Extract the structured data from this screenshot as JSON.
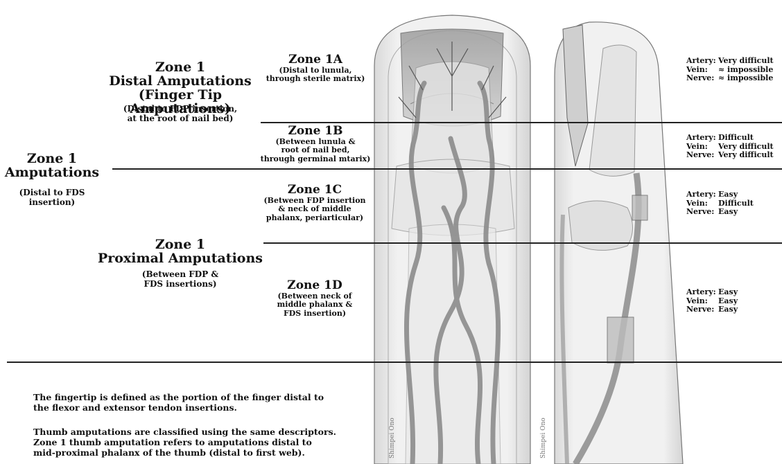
{
  "zones": {
    "left": {
      "title": "Zone 1",
      "subtitle": "Amputations",
      "desc_l1": "(Distal to FDS",
      "desc_l2": "insertion)"
    },
    "distal": {
      "title": "Zone 1",
      "subtitle": "Distal Amputations",
      "subtitle2": "(Finger Tip Amputations)",
      "desc_l1": "(Distal to FDP insertion,",
      "desc_l2": "at the root of nail bed)"
    },
    "proximal": {
      "title": "Zone 1",
      "subtitle": "Proximal Amputations",
      "desc_l1": "(Between FDP &",
      "desc_l2": "FDS insertions)"
    },
    "z1a": {
      "title": "Zone 1A",
      "desc_l1": "(Distal to lunula,",
      "desc_l2": "through sterile matrix)"
    },
    "z1b": {
      "title": "Zone 1B",
      "desc_l1": "(Between lunula &",
      "desc_l2": "root of nail bed,",
      "desc_l3": "through germinal mtarix)"
    },
    "z1c": {
      "title": "Zone 1C",
      "desc_l1": "(Between FDP insertion",
      "desc_l2": "& neck of middle",
      "desc_l3": "phalanx, periarticular)"
    },
    "z1d": {
      "title": "Zone 1D",
      "desc_l1": "(Between neck of",
      "desc_l2": "middle phalanx &",
      "desc_l3": "FDS insertion)"
    }
  },
  "ratings": {
    "a": {
      "artery_label": "Artery:",
      "artery": "Very difficult",
      "vein_label": "Vein:",
      "vein": "≈ impossible",
      "nerve_label": "Nerve:",
      "nerve": "≈ impossible"
    },
    "b": {
      "artery_label": "Artery:",
      "artery": "Difficult",
      "vein_label": "Vein:",
      "vein": "Very difficult",
      "nerve_label": "Nerve:",
      "nerve": "Very difficult"
    },
    "c": {
      "artery_label": "Artery:",
      "artery": "Easy",
      "vein_label": "Vein:",
      "vein": "Difficult",
      "nerve_label": "Nerve:",
      "nerve": "Easy"
    },
    "d": {
      "artery_label": "Artery:",
      "artery": "Easy",
      "vein_label": "Vein:",
      "vein": "Easy",
      "nerve_label": "Nerve:",
      "nerve": "Easy"
    }
  },
  "notes": {
    "p1_l1": "The fingertip is defined as the portion of the finger distal to",
    "p1_l2": "the flexor and extensor tendon insertions.",
    "p2_l1": "Thumb amputations are classified using the same descriptors.",
    "p2_l2": "Zone 1 thumb amputation refers to amputations distal to",
    "p2_l3": "mid-proximal phalanx of the thumb (distal to first web)."
  },
  "signature_text": "Shimpei Ono",
  "colors": {
    "line": "#222222",
    "skin": "#eeeeee",
    "vessel": "#8a8a8a",
    "bone": "#dcdcdc"
  }
}
